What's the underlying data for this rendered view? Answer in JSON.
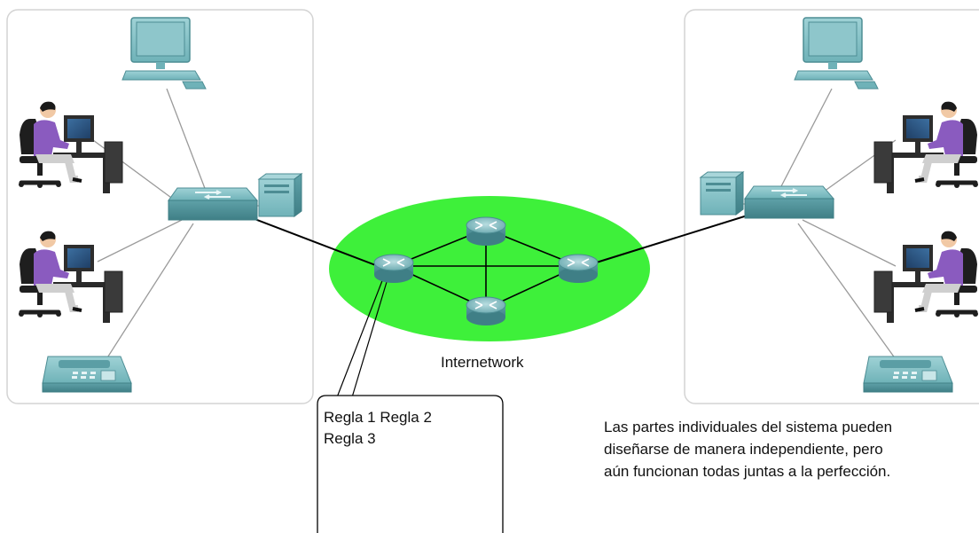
{
  "diagram": {
    "cloud_label": "Internetwork",
    "callout": {
      "line1": "Regla 1 Regla 2",
      "line2": "Regla 3"
    },
    "caption": {
      "line1": "Las partes individuales del sistema pueden",
      "line2": "diseñarse de manera independiente, pero",
      "line3": "aún funcionan todas juntas a la perfección."
    }
  },
  "colors": {
    "cloud": "#3ef03a",
    "device_teal": "#6fb2b8",
    "device_dark": "#4d8d94",
    "panel_border": "#d4d4d4",
    "link": "#000000",
    "shirt": "#8a5bbf",
    "chair": "#1e1e1e"
  },
  "icons": [
    "desktop-computer-icon",
    "workstation-user-icon",
    "switch-icon",
    "server-icon",
    "ip-phone-icon",
    "router-icon"
  ]
}
